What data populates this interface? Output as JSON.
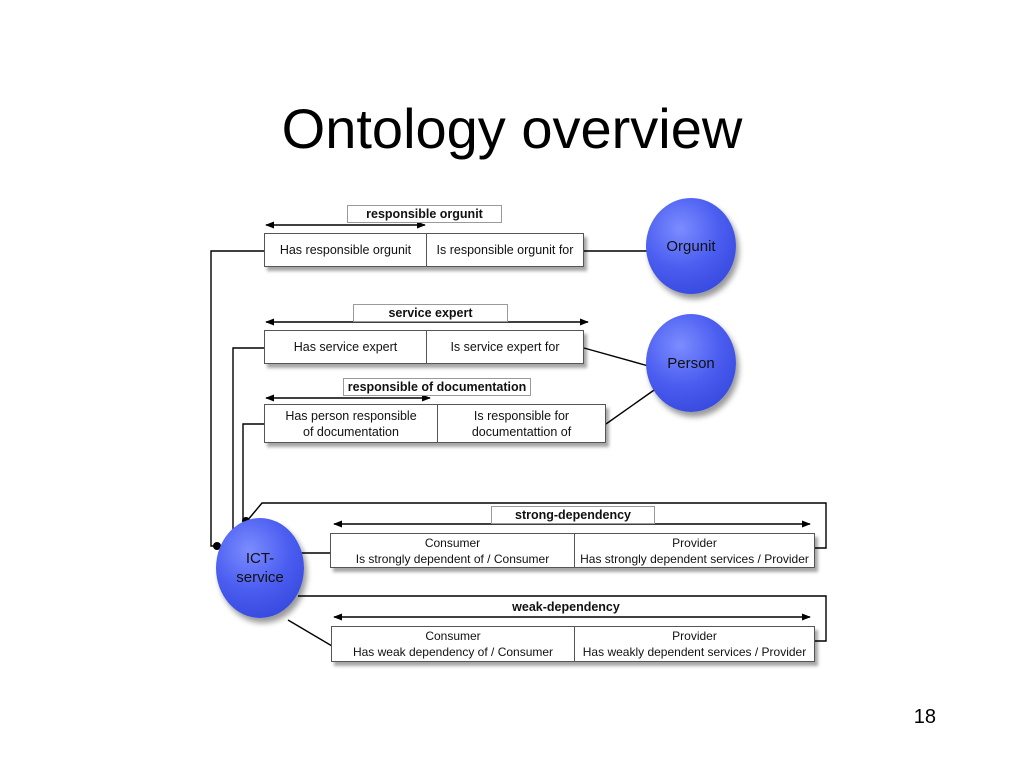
{
  "title": "Ontology overview",
  "page_number": "18",
  "nodes": {
    "orgunit": "Orgunit",
    "person": "Person",
    "ict_service": "ICT-\nservice"
  },
  "relations": {
    "responsible_orgunit": {
      "label": "responsible orgunit",
      "left": "Has responsible orgunit",
      "right": "Is responsible orgunit for"
    },
    "service_expert": {
      "label": "service expert",
      "left": "Has service expert",
      "right": "Is service expert for"
    },
    "responsible_documentation": {
      "label": "responsible of documentation",
      "left": "Has person responsible\nof documentation",
      "right": "Is responsible for\ndocumentattion of"
    },
    "strong_dependency": {
      "label": "strong-dependency",
      "left": "Consumer\nIs strongly  dependent of / Consumer",
      "right": "Provider\nHas strongly dependent services / Provider"
    },
    "weak_dependency": {
      "label": "weak-dependency",
      "left": "Consumer\nHas weak dependency of / Consumer",
      "right": "Provider\nHas weakly dependent services / Provider"
    }
  }
}
